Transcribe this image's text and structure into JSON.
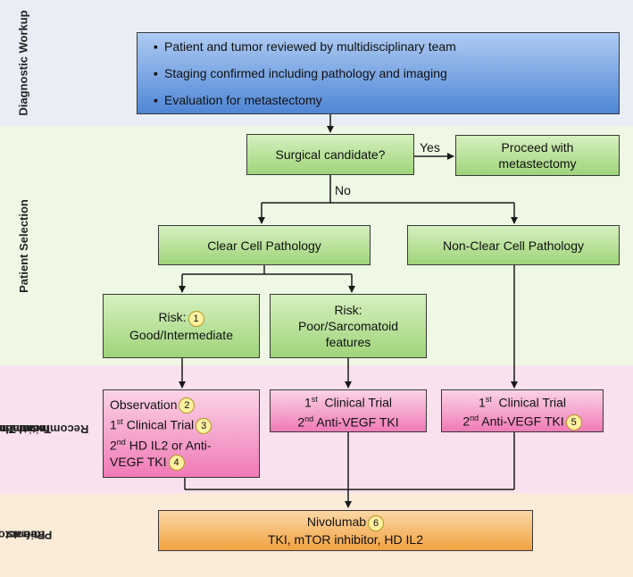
{
  "bands": {
    "diagnostic": "Diagnostic Workup",
    "selection": "Patient Selection",
    "initial_line1": "Initial Therapy",
    "initial_line2": "Treatment",
    "initial_line3": "Recommendations",
    "refractory_line1": "Refractory",
    "refractory_line2": "Patients"
  },
  "workup": {
    "items": [
      "Patient and tumor reviewed by multidisciplinary team",
      "Staging confirmed including pathology and imaging",
      "Evaluation for metastectomy"
    ]
  },
  "surgical": {
    "question": "Surgical candidate?",
    "yes": "Yes",
    "no": "No",
    "proceed_line1": "Proceed with",
    "proceed_line2": "metastectomy"
  },
  "pathology": {
    "clear": "Clear Cell Pathology",
    "nonclear": "Non-Clear Cell Pathology"
  },
  "risk": {
    "good_label": "Risk:",
    "good_num": "1",
    "good_text": "Good/Intermediate",
    "poor_label": "Risk:",
    "poor_line1": "Poor/Sarcomatoid",
    "poor_line2": "features"
  },
  "therapy": {
    "a_obs": "Observation",
    "a_obs_num": "2",
    "a_first_sup": "st",
    "a_first_rest": " Clinical Trial",
    "a_first_num": "3",
    "a_second_sup": "nd",
    "a_second_rest": " HD IL2 or Anti-",
    "a_second_cont": "VEGF TKI",
    "a_second_num": "4",
    "b_first_sup": "st",
    "b_first_rest": "  Clinical Trial",
    "b_second_sup": "nd",
    "b_second_rest": " Anti-VEGF TKI",
    "c_first_sup": "st",
    "c_first_rest": "  Clinical Trial",
    "c_second_sup": "nd",
    "c_second_rest": " Anti-VEGF TKI",
    "c_second_num": "5",
    "ordinal_1": "1",
    "ordinal_2": "2"
  },
  "refractory": {
    "line1": "Nivolumab",
    "num": "6",
    "line2": "TKI, mTOR inhibitor, HD IL2"
  }
}
